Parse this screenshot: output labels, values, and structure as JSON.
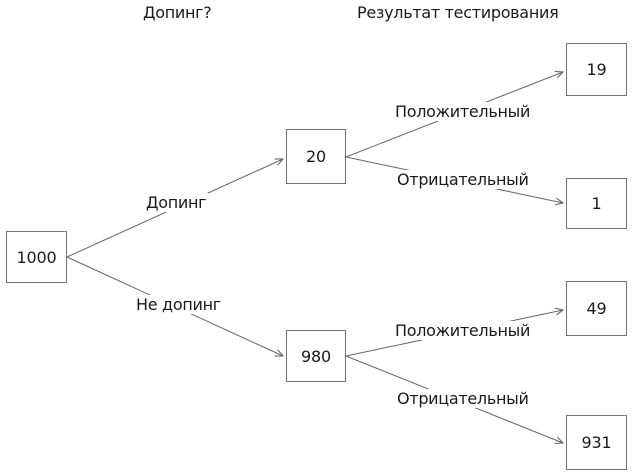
{
  "headers": {
    "doping_question": "Допинг?",
    "test_result": "Результат тестирования"
  },
  "nodes": {
    "root": "1000",
    "doping": "20",
    "not_doping": "980",
    "doping_positive": "19",
    "doping_negative": "1",
    "not_doping_positive": "49",
    "not_doping_negative": "931"
  },
  "edges": {
    "doping_label": "Допинг",
    "not_doping_label": "Не допинг",
    "doping_positive_label": "Положительный",
    "doping_negative_label": "Отрицательный",
    "not_doping_positive_label": "Положительный",
    "not_doping_negative_label": "Отрицательный"
  },
  "colors": {
    "line": "#666666",
    "box_border": "#757575",
    "text": "#1a1a1a",
    "background": "#ffffff"
  }
}
